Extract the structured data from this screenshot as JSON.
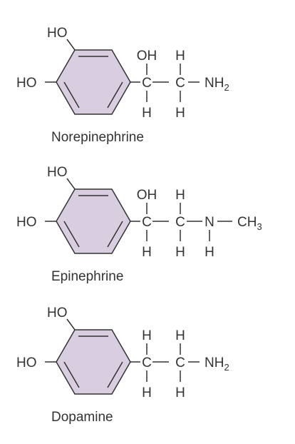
{
  "colors": {
    "ring_fill": "#d9cde0",
    "stroke": "#333333",
    "text": "#333333"
  },
  "molecules": [
    {
      "name": "Norepinephrine",
      "ring_substituents": [
        "HO",
        "HO"
      ],
      "carbons": [
        "C",
        "C"
      ],
      "top_atoms": [
        "OH",
        "H"
      ],
      "bottom_atoms": [
        "H",
        "H"
      ],
      "terminal_main": "NH",
      "terminal_sub": "2"
    },
    {
      "name": "Epinephrine",
      "ring_substituents": [
        "HO",
        "HO"
      ],
      "carbons": [
        "C",
        "C"
      ],
      "top_atoms": [
        "OH",
        "H"
      ],
      "bottom_atoms": [
        "H",
        "H"
      ],
      "nitrogen": "N",
      "nitrogen_bottom": "H",
      "methyl_main": "CH",
      "methyl_sub": "3"
    },
    {
      "name": "Dopamine",
      "ring_substituents": [
        "HO",
        "HO"
      ],
      "carbons": [
        "C",
        "C"
      ],
      "top_atoms": [
        "H",
        "H"
      ],
      "bottom_atoms": [
        "H",
        "H"
      ],
      "terminal_main": "NH",
      "terminal_sub": "2"
    }
  ]
}
